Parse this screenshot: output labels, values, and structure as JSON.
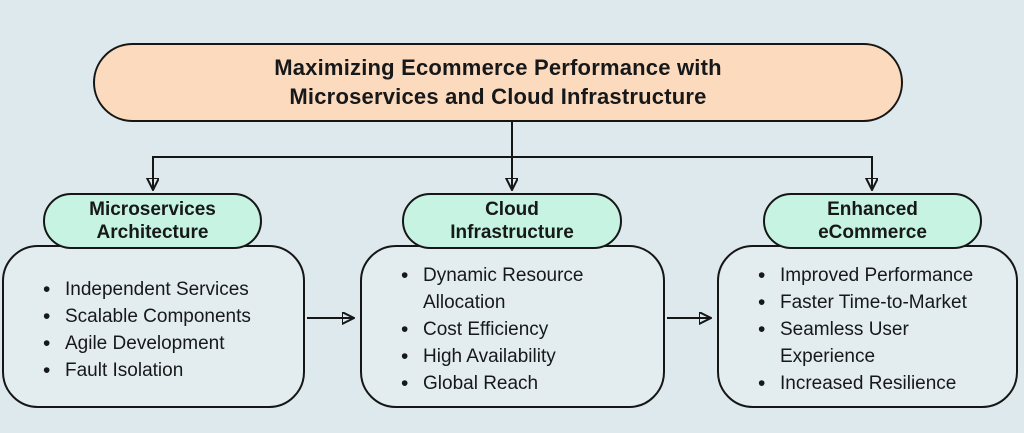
{
  "title": {
    "text": "Maximizing Ecommerce Performance with\nMicroservices and Cloud Infrastructure"
  },
  "columns": [
    {
      "header": "Microservices\nArchitecture",
      "items": [
        "Independent Services",
        "Scalable Components",
        "Agile Development",
        "Fault Isolation"
      ]
    },
    {
      "header": "Cloud\nInfrastructure",
      "items": [
        "Dynamic Resource Allocation",
        "Cost Efficiency",
        "High Availability",
        "Global Reach"
      ]
    },
    {
      "header": "Enhanced\neCommerce",
      "items": [
        "Improved Performance",
        "Faster Time-to-Market",
        "Seamless User Experience",
        "Increased Resilience"
      ]
    }
  ],
  "colors": {
    "background": "#dde9ed",
    "title_fill": "#fcdabd",
    "header_fill": "#c6f3e2",
    "body_fill": "#e3edf0",
    "line": "#161616",
    "text": "#17181a"
  }
}
